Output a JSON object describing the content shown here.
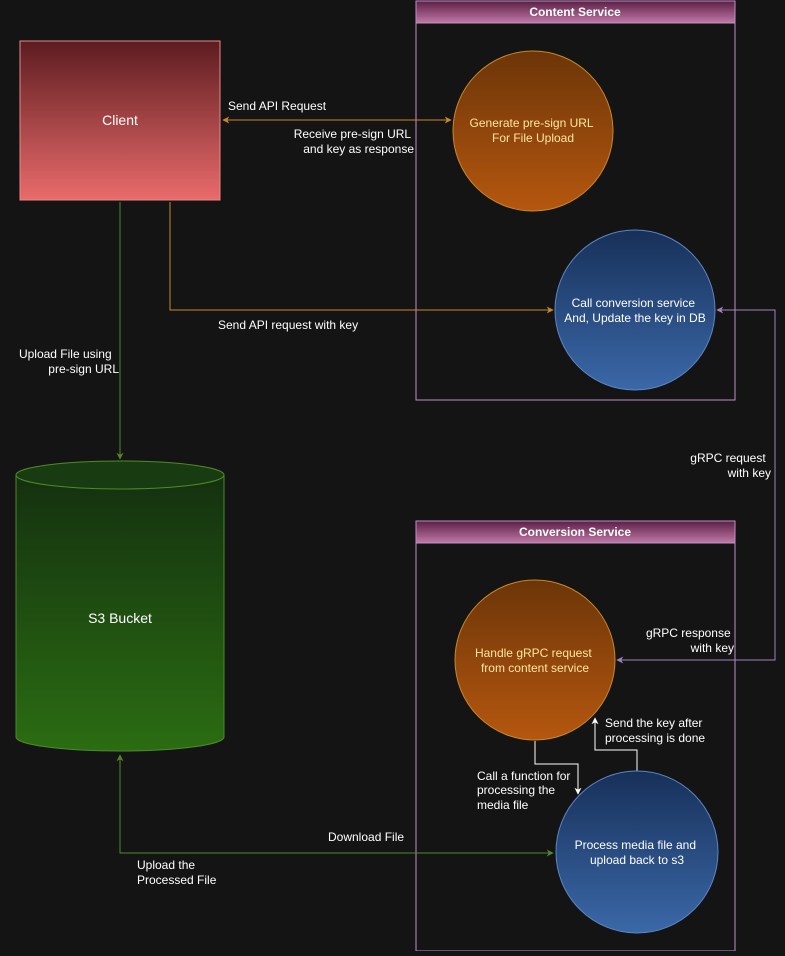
{
  "containers": {
    "content_service": {
      "title": "Content Service"
    },
    "conversion_service": {
      "title": "Conversion Service"
    }
  },
  "nodes": {
    "client": {
      "label": "Client"
    },
    "s3_bucket": {
      "label": "S3 Bucket"
    },
    "generate_url": {
      "lines": [
        "Generate pre-sign URL",
        "For File Upload"
      ]
    },
    "call_conversion": {
      "lines": [
        "Call conversion service",
        "And, Update the key in DB"
      ]
    },
    "handle_grpc": {
      "lines": [
        "Handle gRPC request",
        "from content service"
      ]
    },
    "process_media": {
      "lines": [
        "Process media file and",
        "upload back to s3"
      ]
    }
  },
  "edges": {
    "send_api_request": {
      "lines": [
        "Send API Request"
      ]
    },
    "receive_url": {
      "lines": [
        "Receive pre-sign URL",
        "and key as response"
      ]
    },
    "send_api_with_key": {
      "lines": [
        "Send API request with key"
      ]
    },
    "upload_file": {
      "lines": [
        "Upload File using",
        "pre-sign URL"
      ]
    },
    "grpc_request": {
      "lines": [
        "gRPC request",
        "with key"
      ]
    },
    "grpc_response": {
      "lines": [
        "gRPC response",
        "with key"
      ]
    },
    "send_key_after": {
      "lines": [
        "Send the key after",
        "processing is done"
      ]
    },
    "call_function": {
      "lines": [
        "Call a function for",
        "processing the",
        "media file"
      ]
    },
    "download_file": {
      "lines": [
        "Download File"
      ]
    },
    "upload_processed": {
      "lines": [
        "Upload the",
        "Processed File"
      ]
    }
  },
  "colors": {
    "background": "#141414",
    "orange_line": "#c8882a",
    "green_line": "#4e8a2a",
    "purple_line": "#a182c0",
    "white_line": "#ffffff",
    "container_border": "#c08ec6",
    "node_text_light": "#ffffff",
    "node_text_orange": "#ffe7a3"
  }
}
